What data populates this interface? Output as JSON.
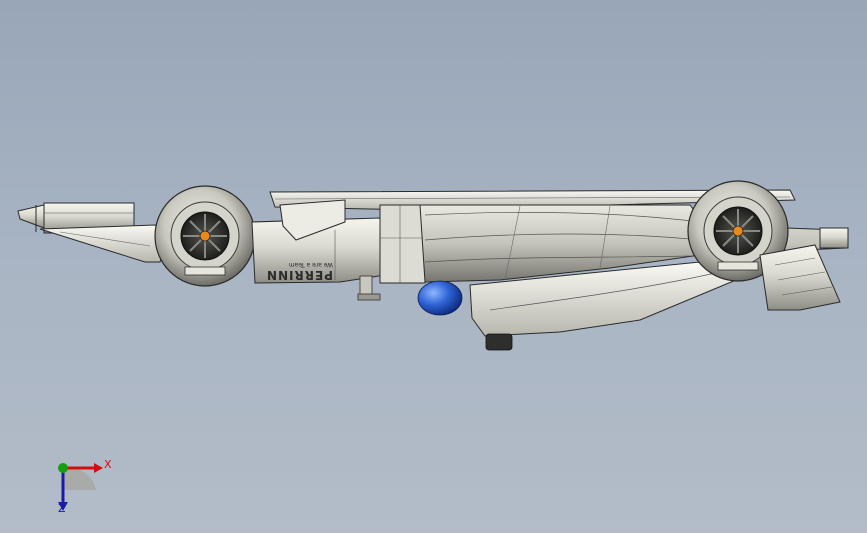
{
  "viewport": {
    "background_top": "#98a6b8",
    "background_bottom": "#b3bcc8",
    "model": "side view of formula car assembly",
    "livery": {
      "brand": "PERRINN",
      "tagline": "We are a Team"
    }
  },
  "triad": {
    "x_label": "X",
    "z_label": "Z",
    "x_color": "#d01010",
    "y_color": "#10a010",
    "z_color": "#1a1aa8"
  }
}
